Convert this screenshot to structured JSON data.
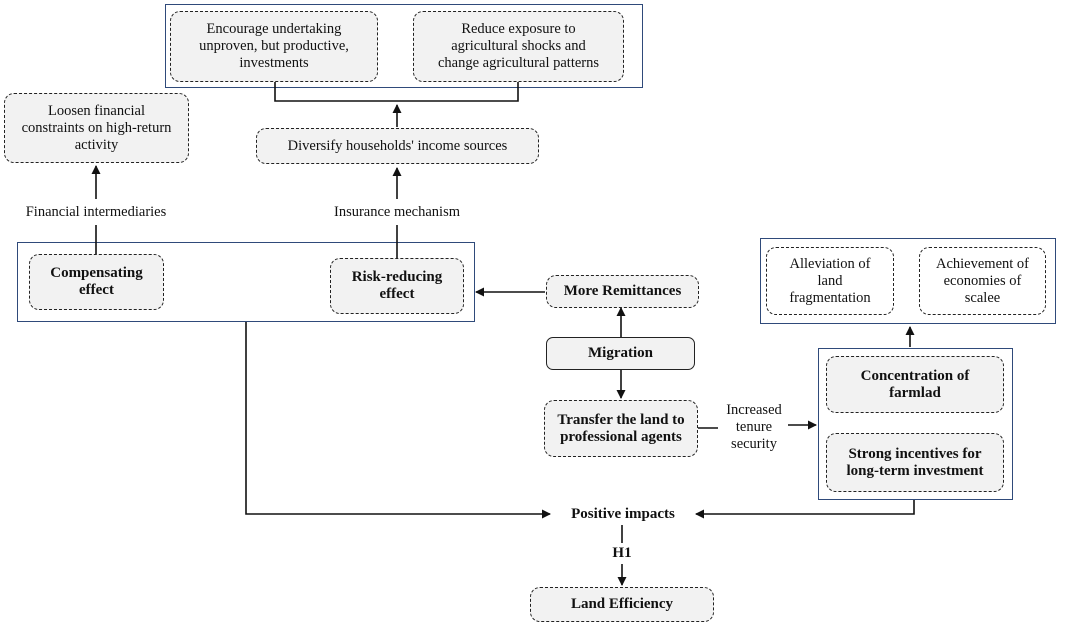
{
  "nodes": {
    "encourage": "Encourage undertaking\nunproven, but productive,\ninvestments",
    "reduce_exposure": "Reduce exposure to\nagricultural shocks and\nchange agricultural patterns",
    "loosen": "Loosen financial\nconstraints on high-return\nactivity",
    "diversify": "Diversify households' income sources",
    "compensating": "Compensating\neffect",
    "risk_reducing": "Risk-reducing\neffect",
    "more_remittances": "More Remittances",
    "migration": "Migration",
    "transfer_land": "Transfer the land to\nprofessional agents",
    "alleviation": "Alleviation of\nland\nfragmentation",
    "achievement": "Achievement of\neconomies of\nscalee",
    "concentration": "Concentration of\nfarmlad",
    "incentives": "Strong incentives for\nlong-term investment",
    "land_efficiency": "Land Efficiency"
  },
  "labels": {
    "financial_intermediaries": "Financial intermediaries",
    "insurance_mechanism": "Insurance mechanism",
    "increased_tenure": "Increased\ntenure\nsecurity",
    "positive_impacts": "Positive impacts",
    "h1": "H1"
  }
}
